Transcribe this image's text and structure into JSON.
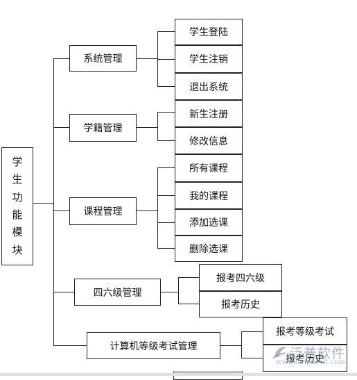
{
  "root": {
    "chars": [
      "学",
      "生",
      "功",
      "能",
      "模",
      "块"
    ]
  },
  "modules": [
    {
      "label": "系统管理",
      "children": [
        "学生登陆",
        "学生注销",
        "退出系统"
      ]
    },
    {
      "label": "学籍管理",
      "children": [
        "新生注册",
        "修改信息"
      ]
    },
    {
      "label": "课程管理",
      "children": [
        "所有课程",
        "我的课程",
        "添加选课",
        "删除选课"
      ]
    },
    {
      "label": "四六级管理",
      "children": [
        "报考四六级",
        "报考历史"
      ]
    },
    {
      "label": "计算机等级考试管理",
      "children": [
        "报考等级考试",
        "报考历史"
      ]
    }
  ],
  "watermark": {
    "brand": "泛普软件",
    "url": "www.fanpusoft.com",
    "icon": "fanpu-logo-icon"
  }
}
